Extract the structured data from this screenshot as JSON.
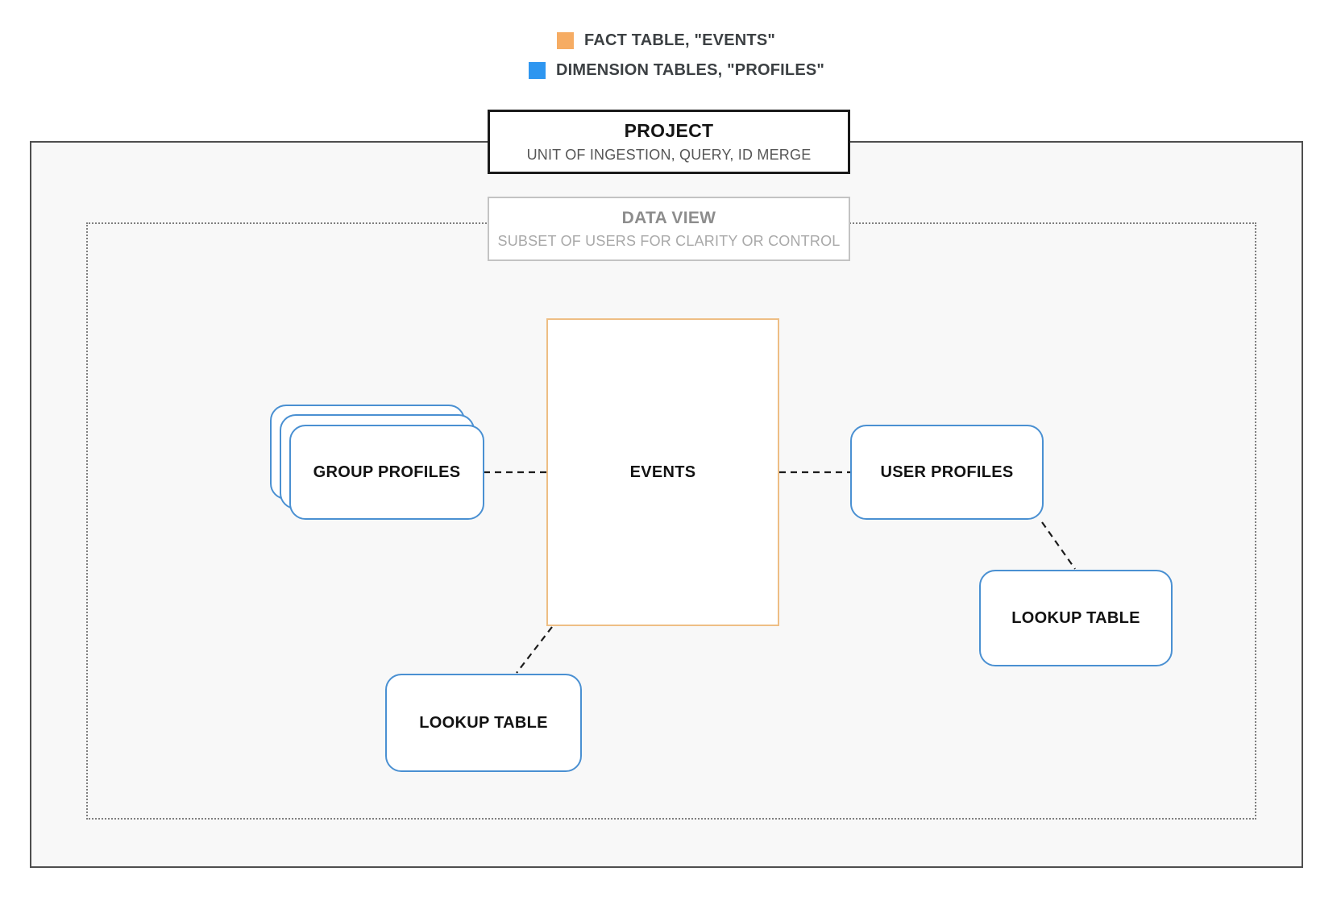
{
  "legend": {
    "items": [
      {
        "id": "fact",
        "label": "FACT TABLE, \"EVENTS\"",
        "color": "#f6ac63"
      },
      {
        "id": "dimension",
        "label": "DIMENSION TABLES, \"PROFILES\"",
        "color": "#2e96f0"
      }
    ]
  },
  "project": {
    "title": "PROJECT",
    "subtitle": "UNIT OF INGESTION, QUERY, ID MERGE"
  },
  "data_view": {
    "title": "DATA VIEW",
    "subtitle": "SUBSET OF USERS FOR CLARITY OR CONTROL"
  },
  "nodes": {
    "events": {
      "label": "EVENTS",
      "type": "fact"
    },
    "group_profiles": {
      "label": "GROUP PROFILES",
      "type": "dimension"
    },
    "user_profiles": {
      "label": "USER PROFILES",
      "type": "dimension"
    },
    "lookup_left": {
      "label": "LOOKUP TABLE",
      "type": "dimension"
    },
    "lookup_right": {
      "label": "LOOKUP TABLE",
      "type": "dimension"
    }
  },
  "colors": {
    "fact_fill": "#f6ac63",
    "dimension_fill": "#2e96f0",
    "fact_border": "#eebe84",
    "dimension_border": "#4a90d2",
    "connector": "#1c1c1c"
  }
}
